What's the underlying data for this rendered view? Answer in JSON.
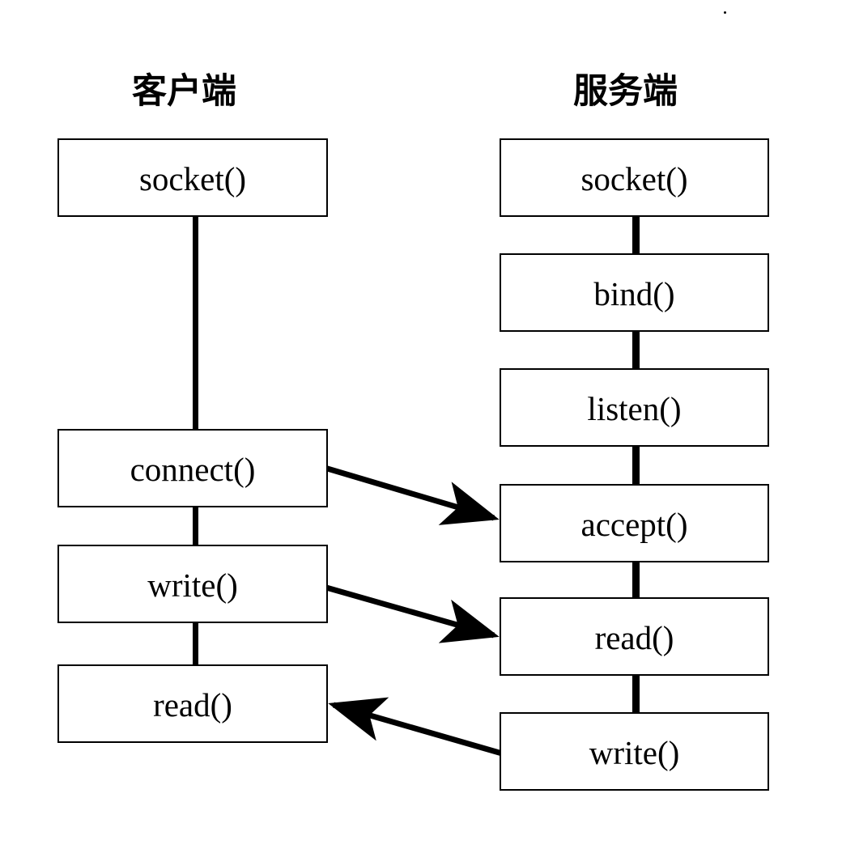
{
  "diagram": {
    "type": "flow-sequence",
    "title_client": "客户端",
    "title_server": "服务端",
    "stroke_color": "#000000",
    "background_color": "#ffffff",
    "columns": [
      {
        "id": "client",
        "title": "客户端",
        "nodes": [
          {
            "label": "socket()"
          },
          {
            "label": "connect()"
          },
          {
            "label": "write()"
          },
          {
            "label": "read()"
          }
        ]
      },
      {
        "id": "server",
        "title": "服务端",
        "nodes": [
          {
            "label": "socket()"
          },
          {
            "label": "bind()"
          },
          {
            "label": "listen()"
          },
          {
            "label": "accept()"
          },
          {
            "label": "read()"
          },
          {
            "label": "write()"
          }
        ]
      }
    ],
    "arrows": [
      {
        "from": "client.connect()",
        "to": "server.accept()",
        "direction": "right"
      },
      {
        "from": "client.write()",
        "to": "server.read()",
        "direction": "right"
      },
      {
        "from": "server.write()",
        "to": "client.read()",
        "direction": "left"
      }
    ]
  }
}
